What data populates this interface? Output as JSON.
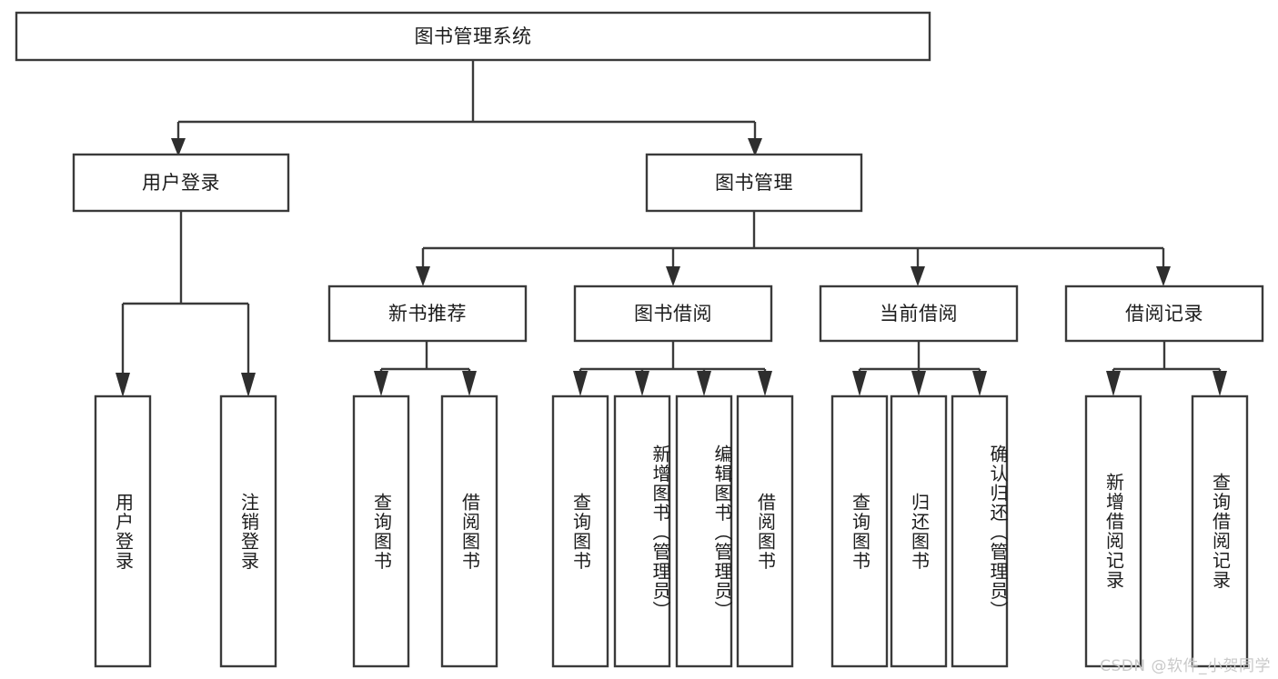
{
  "diagram": {
    "title": "图书管理系统",
    "type": "tree-hierarchy",
    "watermark": "CSDN @软件_小贺同学",
    "colors": {
      "background": "#ffffff",
      "box_stroke": "#3a3a3a",
      "box_fill": "#ffffff",
      "connector": "#3a3a3a",
      "arrow": "#2e2e2e",
      "text": "#1c1c1c",
      "watermark": "#c9c9c9"
    },
    "root": {
      "label": "图书管理系统"
    },
    "level2": [
      {
        "label": "用户登录"
      },
      {
        "label": "图书管理"
      }
    ],
    "level3": [
      {
        "label": "新书推荐"
      },
      {
        "label": "图书借阅"
      },
      {
        "label": "当前借阅"
      },
      {
        "label": "借阅记录"
      }
    ],
    "leaves": {
      "user_login": [
        {
          "label": "用户登录"
        },
        {
          "label": "注销登录"
        }
      ],
      "new_book_recommend": [
        {
          "label": "查询图书"
        },
        {
          "label": "借阅图书"
        }
      ],
      "book_borrow": [
        {
          "label": "查询图书"
        },
        {
          "label": "新增图书（管理员）"
        },
        {
          "label": "编辑图书（管理员）"
        },
        {
          "label": "借阅图书"
        }
      ],
      "current_borrow": [
        {
          "label": "查询图书"
        },
        {
          "label": "归还图书"
        },
        {
          "label": "确认归还（管理员）"
        }
      ],
      "borrow_record": [
        {
          "label": "新增借阅记录"
        },
        {
          "label": "查询借阅记录"
        }
      ]
    }
  }
}
